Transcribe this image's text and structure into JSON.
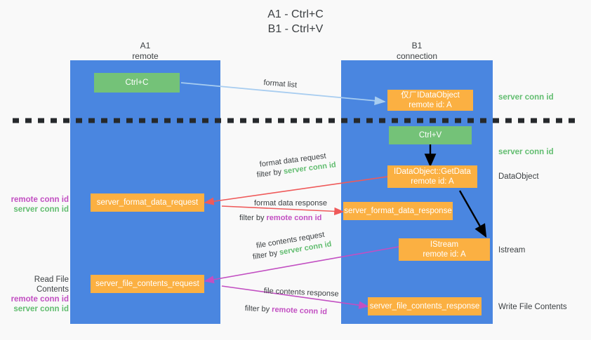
{
  "title": "A1 - Ctrl+C\nB1 - Ctrl+V",
  "lanes": [
    {
      "header": "A1\nremote",
      "name": "lane-a1"
    },
    {
      "header": "B1\nconnection",
      "name": "lane-b1"
    }
  ],
  "left_notes": [
    {
      "lines": [
        {
          "text": "remote conn id",
          "color": "#c24fc2"
        },
        {
          "text": "server conn id",
          "color": "#62bd70"
        }
      ]
    },
    {
      "lines": [
        {
          "text": "Read File Contents",
          "color": "#3c4043"
        },
        {
          "text": "remote conn id",
          "color": "#c24fc2"
        },
        {
          "text": "server conn id",
          "color": "#62bd70"
        }
      ]
    }
  ],
  "left_note_1_line_1": "remote conn id",
  "left_note_1_line_2": "server conn id",
  "left_note_2_line_1": "Read File Contents",
  "left_note_2_line_2": "remote conn id",
  "left_note_2_line_3": "server conn id",
  "right_notes": {
    "server_conn_id_1": "server conn id",
    "server_conn_id_2": "server conn id",
    "data_object": "DataObject",
    "istream": "Istream",
    "write_file_contents": "Write File Contents"
  },
  "boxes": {
    "ctrl_c": "Ctrl+C",
    "ctrl_v": "Ctrl+V",
    "idataobject": "仅ㄏIDataObject\nremote id: A",
    "getdata": "IDataObject::GetData\nremote id: A",
    "istream": "IStream\nremote id: A",
    "server_format_data_request": "server_format_data_request",
    "server_format_data_response": "server_format_data_response",
    "server_file_contents_request": "server_file_contents_request",
    "server_file_contents_response": "server_file_contents_response"
  },
  "edges": {
    "format_list": {
      "label": "format list"
    },
    "format_data_request": {
      "line1": "format data request",
      "line2_pre": "filter by ",
      "line2_em": "server conn id",
      "em_color": "#62bd70"
    },
    "format_data_response": {
      "line1": "format data response",
      "line2_pre": "filter by ",
      "line2_em": "remote conn id",
      "em_color": "#c24fc2"
    },
    "file_contents_request": {
      "line1": "file contents request",
      "line2_pre": "filter by ",
      "line2_em": "server conn id",
      "em_color": "#62bd70"
    },
    "file_contents_response": {
      "line1": "file contents response",
      "line2_pre": "filter by ",
      "line2_em": "remote conn id",
      "em_color": "#c24fc2"
    }
  },
  "colors": {
    "lane": "#4a86e0",
    "green_box": "#74c278",
    "orange_box": "#fbb042",
    "red_arrow": "#ef5a5a",
    "magenta_arrow": "#c24fc2",
    "light_blue_arrow": "#a8cdf0",
    "black_arrow": "#000000",
    "background": "#f9f9f9"
  }
}
